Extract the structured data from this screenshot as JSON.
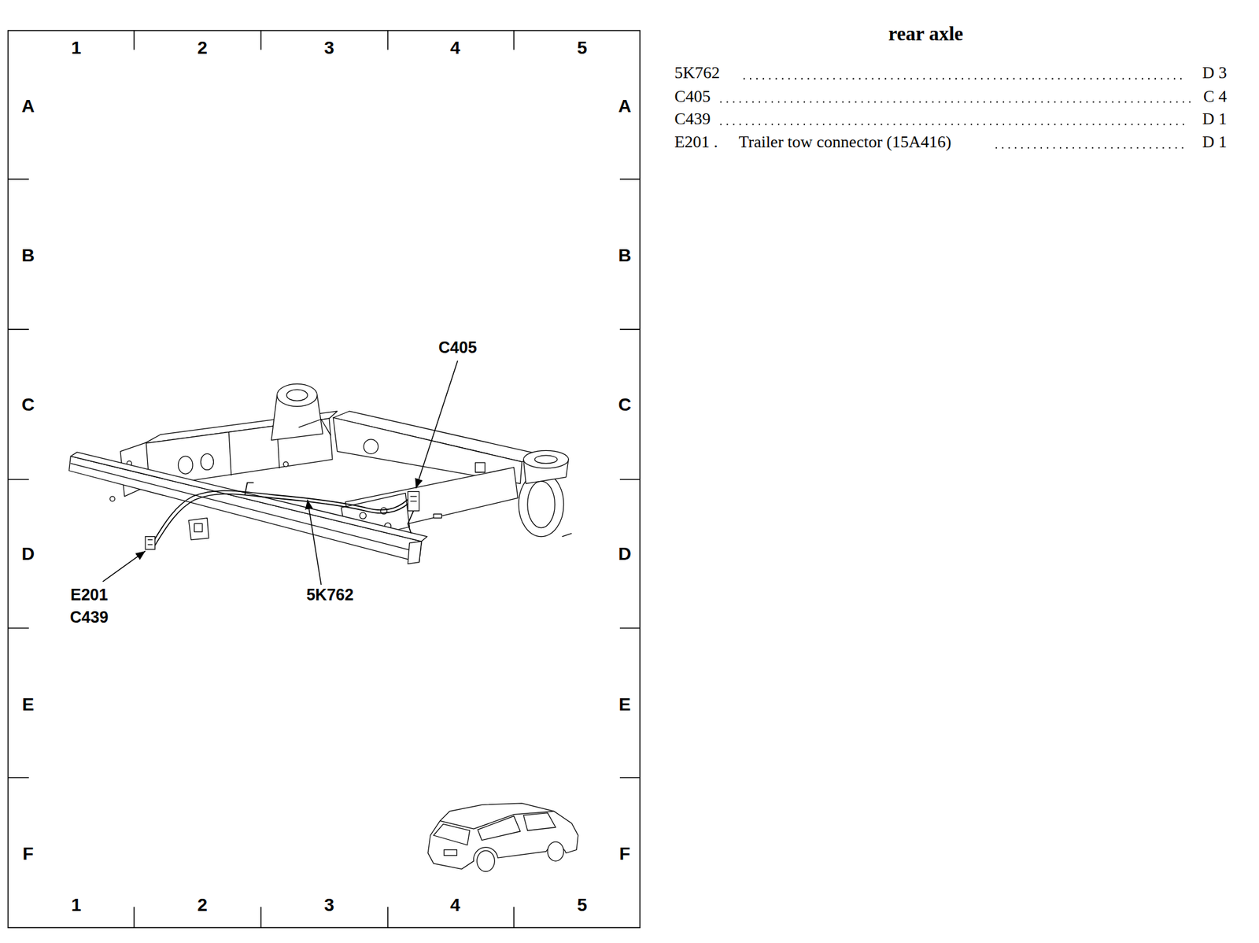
{
  "diagram": {
    "title": "rear axle",
    "labels": [
      "1",
      "2",
      "3",
      "4",
      "5",
      "A",
      "B",
      "C",
      "D",
      "E",
      "F",
      "A",
      "B",
      "C",
      "D",
      "E",
      "F",
      "1",
      "2",
      "3",
      "4",
      "5",
      "C405",
      "E201",
      "C439",
      "5K762",
      "5K762",
      "D 3",
      "C405",
      "C 4",
      "C439",
      "D 1",
      "E201 .",
      "Trailer tow connector (15A416)",
      "D 1"
    ]
  }
}
